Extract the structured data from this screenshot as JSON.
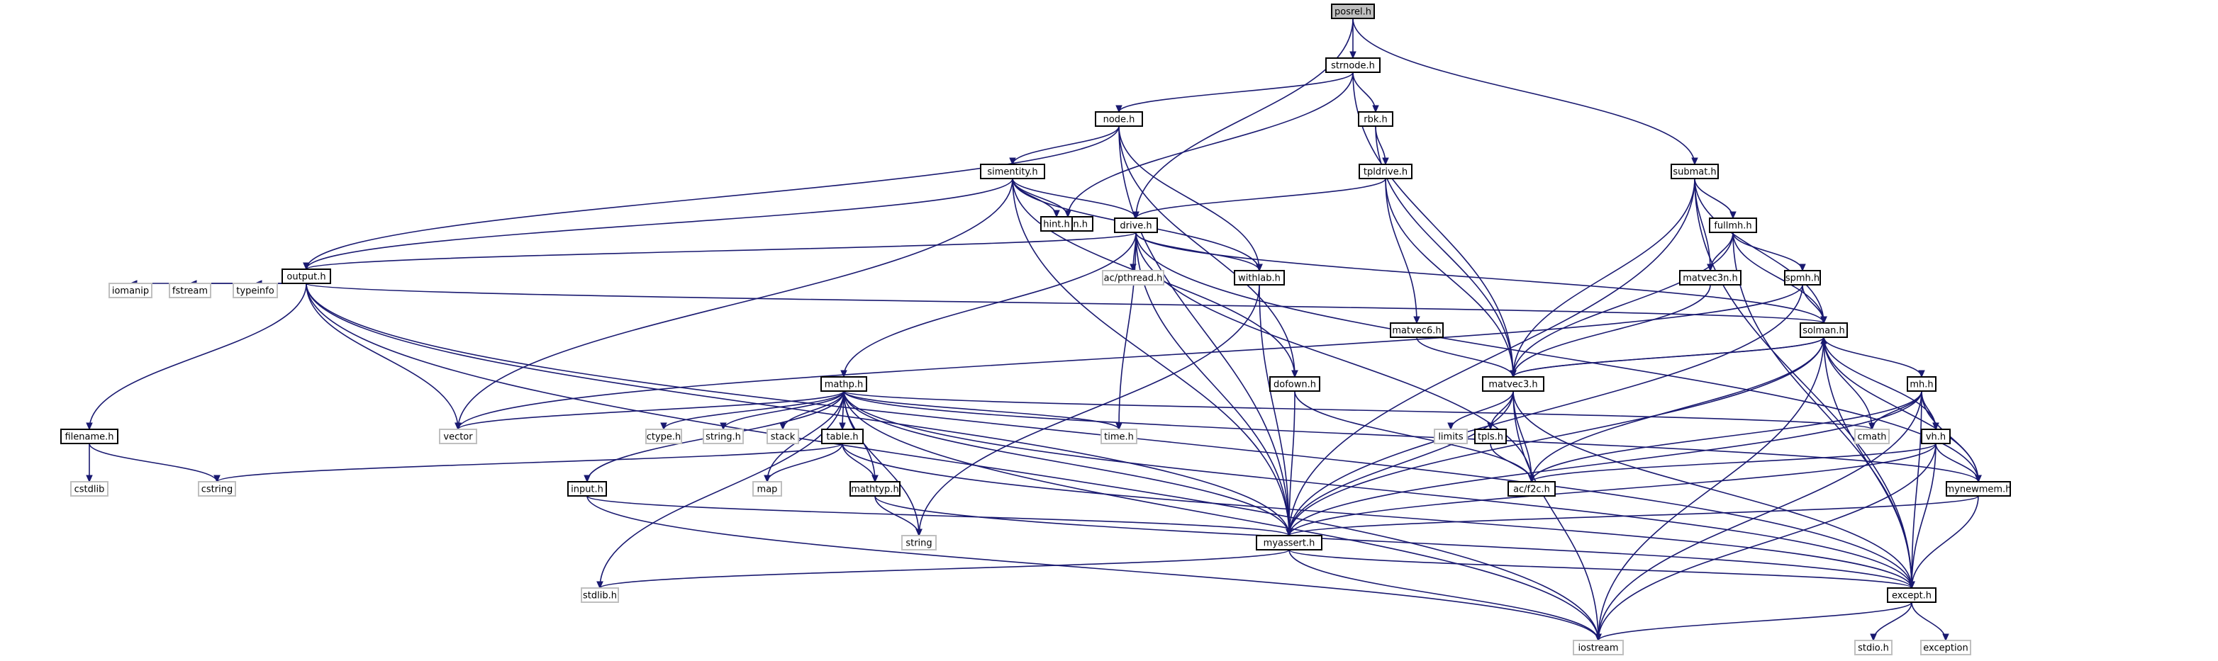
{
  "diagram": {
    "kind": "include-dependency-graph",
    "colors": {
      "edge": "#191970",
      "root_fill": "#bfbfbf",
      "header_border": "#000000",
      "system_border": "#bfbfbf",
      "text": "#000000",
      "background": "#ffffff"
    },
    "nodes": [
      {
        "id": "posrel",
        "label": "posrel.h",
        "style": "root"
      },
      {
        "id": "strnode",
        "label": "strnode.h",
        "style": "header"
      },
      {
        "id": "node",
        "label": "node.h",
        "style": "header"
      },
      {
        "id": "rbk",
        "label": "rbk.h",
        "style": "header"
      },
      {
        "id": "simentity",
        "label": "simentity.h",
        "style": "header"
      },
      {
        "id": "tpldrive",
        "label": "tpldrive.h",
        "style": "header"
      },
      {
        "id": "submat",
        "label": "submat.h",
        "style": "header"
      },
      {
        "id": "invdyn",
        "label": "invdyn.h",
        "style": "header"
      },
      {
        "id": "hint",
        "label": "hint.h",
        "style": "header"
      },
      {
        "id": "drive",
        "label": "drive.h",
        "style": "header"
      },
      {
        "id": "fullmh",
        "label": "fullmh.h",
        "style": "header"
      },
      {
        "id": "output",
        "label": "output.h",
        "style": "header"
      },
      {
        "id": "pthread",
        "label": "ac/pthread.h",
        "style": "system"
      },
      {
        "id": "withlab",
        "label": "withlab.h",
        "style": "header"
      },
      {
        "id": "matvec3n",
        "label": "matvec3n.h",
        "style": "header"
      },
      {
        "id": "spmh",
        "label": "spmh.h",
        "style": "header"
      },
      {
        "id": "iomanip",
        "label": "iomanip",
        "style": "system"
      },
      {
        "id": "fstream",
        "label": "fstream",
        "style": "system"
      },
      {
        "id": "typeinfo",
        "label": "typeinfo",
        "style": "system"
      },
      {
        "id": "matvec6",
        "label": "matvec6.h",
        "style": "header"
      },
      {
        "id": "solman",
        "label": "solman.h",
        "style": "header"
      },
      {
        "id": "mathp",
        "label": "mathp.h",
        "style": "header"
      },
      {
        "id": "dofown",
        "label": "dofown.h",
        "style": "header"
      },
      {
        "id": "matvec3",
        "label": "matvec3.h",
        "style": "header"
      },
      {
        "id": "mh",
        "label": "mh.h",
        "style": "header"
      },
      {
        "id": "filename",
        "label": "filename.h",
        "style": "header"
      },
      {
        "id": "vector",
        "label": "vector",
        "style": "system"
      },
      {
        "id": "ctype",
        "label": "ctype.h",
        "style": "system"
      },
      {
        "id": "stringh",
        "label": "string.h",
        "style": "system"
      },
      {
        "id": "stack",
        "label": "stack",
        "style": "system"
      },
      {
        "id": "table",
        "label": "table.h",
        "style": "header"
      },
      {
        "id": "timeh",
        "label": "time.h",
        "style": "system"
      },
      {
        "id": "limits",
        "label": "limits",
        "style": "system"
      },
      {
        "id": "tpls",
        "label": "tpls.h",
        "style": "header"
      },
      {
        "id": "cmath",
        "label": "cmath",
        "style": "system"
      },
      {
        "id": "vh",
        "label": "vh.h",
        "style": "header"
      },
      {
        "id": "cstdlib",
        "label": "cstdlib",
        "style": "system"
      },
      {
        "id": "cstring",
        "label": "cstring",
        "style": "system"
      },
      {
        "id": "map",
        "label": "map",
        "style": "system"
      },
      {
        "id": "input",
        "label": "input.h",
        "style": "header"
      },
      {
        "id": "mathtyp",
        "label": "mathtyp.h",
        "style": "header"
      },
      {
        "id": "f2c",
        "label": "ac/f2c.h",
        "style": "header"
      },
      {
        "id": "mynewmem",
        "label": "mynewmem.h",
        "style": "header"
      },
      {
        "id": "string",
        "label": "string",
        "style": "system"
      },
      {
        "id": "myassert",
        "label": "myassert.h",
        "style": "header"
      },
      {
        "id": "stdlib",
        "label": "stdlib.h",
        "style": "system"
      },
      {
        "id": "except",
        "label": "except.h",
        "style": "header"
      },
      {
        "id": "iostream",
        "label": "iostream",
        "style": "system"
      },
      {
        "id": "stdio",
        "label": "stdio.h",
        "style": "system"
      },
      {
        "id": "exception",
        "label": "exception",
        "style": "system"
      }
    ],
    "edges": [
      [
        "posrel",
        "strnode"
      ],
      [
        "posrel",
        "drive"
      ],
      [
        "posrel",
        "submat"
      ],
      [
        "strnode",
        "node"
      ],
      [
        "strnode",
        "rbk"
      ],
      [
        "strnode",
        "invdyn"
      ],
      [
        "strnode",
        "matvec3"
      ],
      [
        "node",
        "simentity"
      ],
      [
        "node",
        "withlab"
      ],
      [
        "node",
        "output"
      ],
      [
        "node",
        "dofown"
      ],
      [
        "node",
        "myassert"
      ],
      [
        "rbk",
        "tpldrive"
      ],
      [
        "rbk",
        "matvec3"
      ],
      [
        "simentity",
        "invdyn"
      ],
      [
        "simentity",
        "hint"
      ],
      [
        "simentity",
        "drive"
      ],
      [
        "simentity",
        "withlab"
      ],
      [
        "simentity",
        "output"
      ],
      [
        "simentity",
        "vector"
      ],
      [
        "simentity",
        "dofown"
      ],
      [
        "simentity",
        "myassert"
      ],
      [
        "tpldrive",
        "drive"
      ],
      [
        "tpldrive",
        "matvec6"
      ],
      [
        "tpldrive",
        "matvec3"
      ],
      [
        "submat",
        "fullmh"
      ],
      [
        "submat",
        "matvec3n"
      ],
      [
        "submat",
        "solman"
      ],
      [
        "submat",
        "matvec3"
      ],
      [
        "submat",
        "myassert"
      ],
      [
        "submat",
        "except"
      ],
      [
        "drive",
        "output"
      ],
      [
        "drive",
        "pthread"
      ],
      [
        "drive",
        "withlab"
      ],
      [
        "drive",
        "mathp"
      ],
      [
        "drive",
        "timeh"
      ],
      [
        "drive",
        "myassert"
      ],
      [
        "drive",
        "f2c"
      ],
      [
        "drive",
        "solman"
      ],
      [
        "drive",
        "mynewmem"
      ],
      [
        "fullmh",
        "matvec3n"
      ],
      [
        "fullmh",
        "spmh"
      ],
      [
        "fullmh",
        "solman"
      ],
      [
        "fullmh",
        "matvec3"
      ],
      [
        "fullmh",
        "except"
      ],
      [
        "output",
        "iomanip"
      ],
      [
        "output",
        "fstream"
      ],
      [
        "output",
        "typeinfo"
      ],
      [
        "output",
        "filename"
      ],
      [
        "output",
        "solman"
      ],
      [
        "output",
        "vector"
      ],
      [
        "output",
        "myassert"
      ],
      [
        "output",
        "except"
      ],
      [
        "output",
        "iostream"
      ],
      [
        "withlab",
        "myassert"
      ],
      [
        "withlab",
        "string"
      ],
      [
        "matvec3n",
        "matvec3"
      ],
      [
        "spmh",
        "solman"
      ],
      [
        "spmh",
        "myassert"
      ],
      [
        "spmh",
        "vector"
      ],
      [
        "matvec6",
        "matvec3"
      ],
      [
        "solman",
        "matvec3"
      ],
      [
        "solman",
        "mh"
      ],
      [
        "solman",
        "vh"
      ],
      [
        "solman",
        "cmath"
      ],
      [
        "solman",
        "f2c"
      ],
      [
        "solman",
        "myassert"
      ],
      [
        "solman",
        "mynewmem"
      ],
      [
        "solman",
        "except"
      ],
      [
        "solman",
        "iostream"
      ],
      [
        "mathp",
        "vector"
      ],
      [
        "mathp",
        "ctype"
      ],
      [
        "mathp",
        "stringh"
      ],
      [
        "mathp",
        "stack"
      ],
      [
        "mathp",
        "table"
      ],
      [
        "mathp",
        "timeh"
      ],
      [
        "mathp",
        "cmath"
      ],
      [
        "mathp",
        "map"
      ],
      [
        "mathp",
        "input"
      ],
      [
        "mathp",
        "mathtyp"
      ],
      [
        "mathp",
        "string"
      ],
      [
        "mathp",
        "myassert"
      ],
      [
        "mathp",
        "mynewmem"
      ],
      [
        "mathp",
        "except"
      ],
      [
        "mathp",
        "stdlib"
      ],
      [
        "mathp",
        "iostream"
      ],
      [
        "dofown",
        "f2c"
      ],
      [
        "dofown",
        "myassert"
      ],
      [
        "matvec3",
        "solman"
      ],
      [
        "matvec3",
        "limits"
      ],
      [
        "matvec3",
        "tpls"
      ],
      [
        "matvec3",
        "f2c"
      ],
      [
        "matvec3",
        "myassert"
      ],
      [
        "matvec3",
        "except"
      ],
      [
        "matvec3",
        "iostream"
      ],
      [
        "mh",
        "cmath"
      ],
      [
        "mh",
        "vh"
      ],
      [
        "mh",
        "f2c"
      ],
      [
        "mh",
        "mynewmem"
      ],
      [
        "mh",
        "myassert"
      ],
      [
        "mh",
        "except"
      ],
      [
        "mh",
        "iostream"
      ],
      [
        "filename",
        "cstdlib"
      ],
      [
        "filename",
        "cstring"
      ],
      [
        "table",
        "cstring"
      ],
      [
        "table",
        "map"
      ],
      [
        "table",
        "mathtyp"
      ],
      [
        "table",
        "except"
      ],
      [
        "tpls",
        "f2c"
      ],
      [
        "vh",
        "f2c"
      ],
      [
        "vh",
        "mynewmem"
      ],
      [
        "vh",
        "myassert"
      ],
      [
        "vh",
        "except"
      ],
      [
        "vh",
        "iostream"
      ],
      [
        "input",
        "myassert"
      ],
      [
        "input",
        "iostream"
      ],
      [
        "mathtyp",
        "string"
      ],
      [
        "mathtyp",
        "except"
      ],
      [
        "mynewmem",
        "myassert"
      ],
      [
        "mynewmem",
        "except"
      ],
      [
        "myassert",
        "stdlib"
      ],
      [
        "myassert",
        "except"
      ],
      [
        "myassert",
        "iostream"
      ],
      [
        "except",
        "stdio"
      ],
      [
        "except",
        "exception"
      ],
      [
        "except",
        "iostream"
      ]
    ]
  }
}
